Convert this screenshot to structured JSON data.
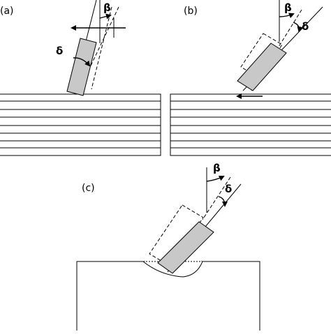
{
  "panels": [
    {
      "id": "a",
      "label": "(a)",
      "beta_label": "β",
      "delta_label": "δ"
    },
    {
      "id": "b",
      "label": "(b)",
      "beta_label": "β",
      "delta_label": "δ"
    },
    {
      "id": "c",
      "label": "(c)",
      "beta_label": "β",
      "delta_label": "δ"
    }
  ],
  "colors": {
    "line": "#000000",
    "tool_fill": "#c8c8c8",
    "background": "#ffffff"
  }
}
